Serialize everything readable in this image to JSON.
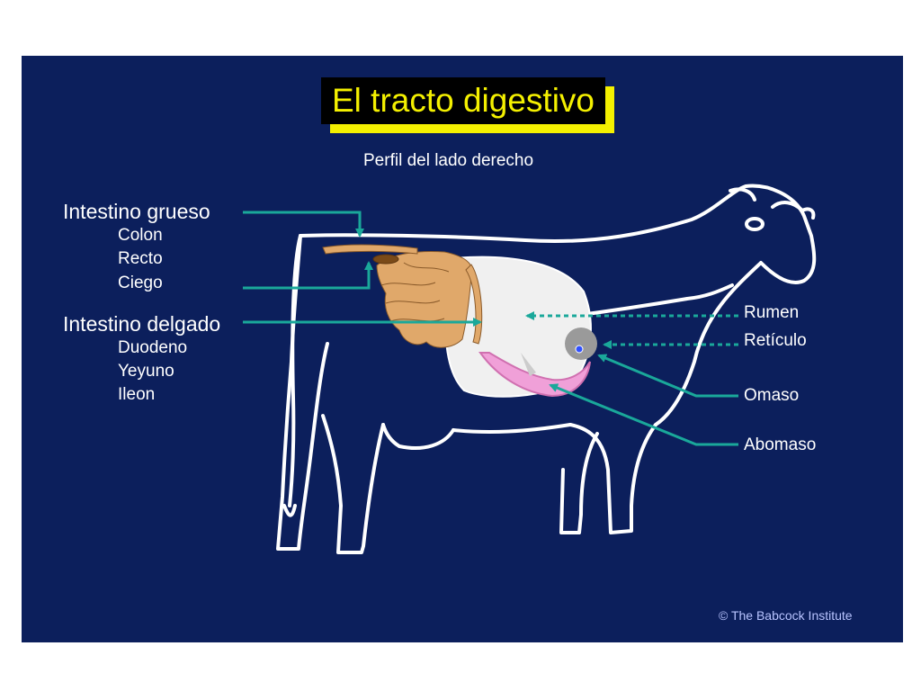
{
  "title": "El tracto digestivo",
  "subtitle": "Perfil del lado derecho",
  "left_labels": {
    "large_intestine": "Intestino grueso",
    "large_parts": [
      "Colon",
      "Recto",
      "Ciego"
    ],
    "small_intestine": "Intestino delgado",
    "small_parts": [
      "Duodeno",
      "Yeyuno",
      "Ileon"
    ]
  },
  "right_labels": [
    "Rumen",
    "Retículo",
    "Omaso",
    "Abomaso"
  ],
  "credit": "© The Babcock Institute",
  "colors": {
    "background": "#0c1f5c",
    "title_text": "#f4f000",
    "title_bg": "#000000",
    "arrow": "#1aa89a",
    "intestine": "#e0a86a",
    "rumen": "#f0f0f0",
    "abomasum": "#f0a0d8",
    "outline": "#ffffff"
  }
}
